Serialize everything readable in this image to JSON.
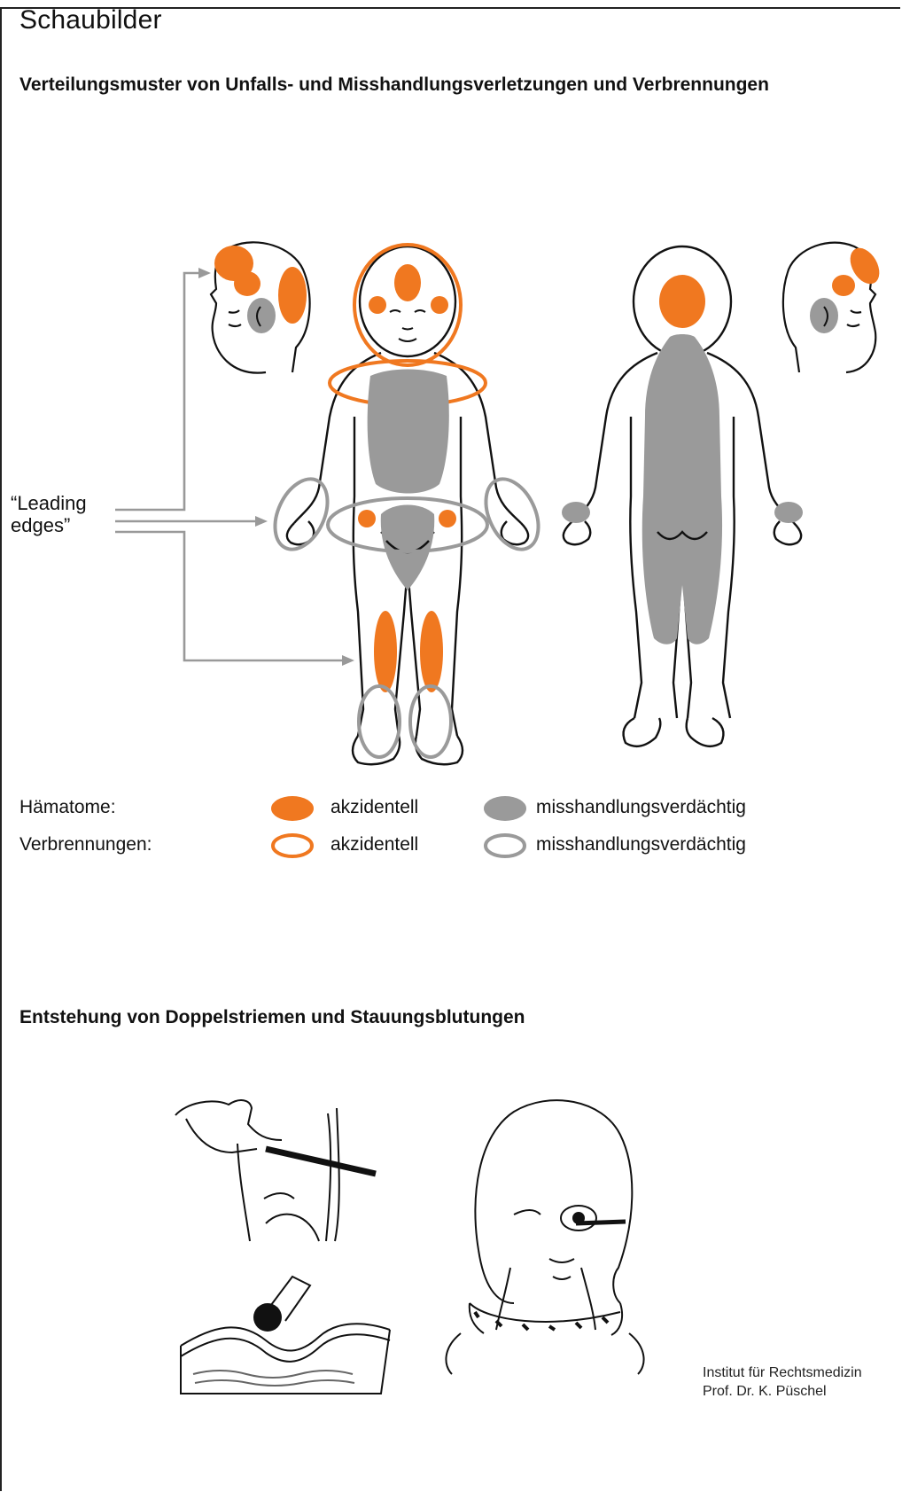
{
  "page": {
    "title": "Schaubilder"
  },
  "section1": {
    "heading": "Verteilungsmuster von Unfalls- und Misshandlungsverletzungen und Verbrennungen",
    "leading_edges_line1": "“Leading",
    "leading_edges_line2": "edges”"
  },
  "legend": {
    "hematome_label": "Hämatome:",
    "burns_label": "Verbrennungen:",
    "akzidentell": "akzidentell",
    "misshandlung": "misshandlungsverdächtig",
    "colors": {
      "accidental": "#f07820",
      "abuse": "#9a9a9a"
    }
  },
  "section2": {
    "heading": "Entstehung von Doppelstriemen und Stauungsblutungen"
  },
  "credit": {
    "line1": "Institut für Rechtsmedizin",
    "line2": "Prof. Dr. K. Püschel"
  }
}
